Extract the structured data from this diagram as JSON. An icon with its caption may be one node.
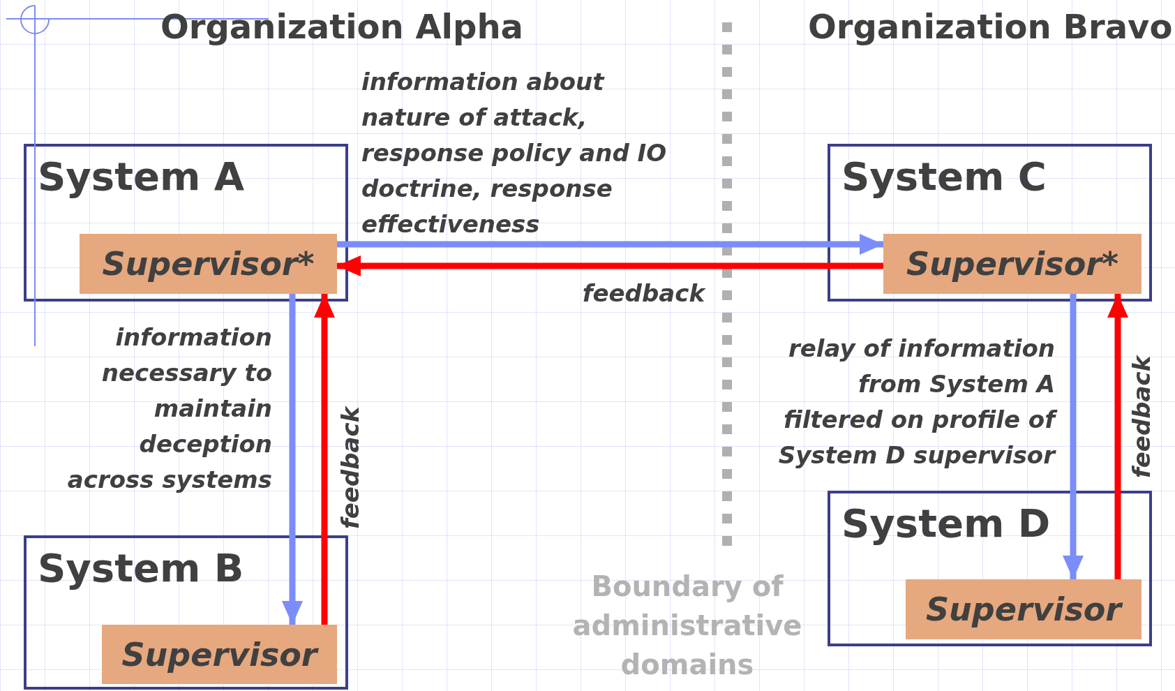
{
  "diagram": {
    "nodes": [
      {
        "text": [
          "System A"
        ]
      },
      {
        "text": [
          "Supervisor*"
        ],
        "in": 0
      },
      {
        "text": [
          "System C"
        ]
      },
      {
        "text": [
          "Supervisor*"
        ],
        "in": 2
      },
      {
        "text": [
          "System B"
        ]
      },
      {
        "text": [
          "Supervisor"
        ],
        "in": 4
      },
      {
        "text": [
          "System D"
        ]
      },
      {
        "text": [
          "Supervisor"
        ],
        "in": 6
      }
    ],
    "edges": [
      {
        "from": 1,
        "to": 3,
        "arrow": "to",
        "color": "#7b8df8",
        "label": "information about nature of attack, response policy and IO doctrine, response effectiveness"
      },
      {
        "from": 3,
        "to": 1,
        "arrow": "to",
        "color": "#ff0000",
        "label": "feedback"
      },
      {
        "from": 1,
        "to": 5,
        "arrow": "to",
        "color": "#7b8df8",
        "label": "information necessary to maintain deception across systems"
      },
      {
        "from": 5,
        "to": 1,
        "arrow": "to",
        "color": "#ff0000",
        "label": "feedback"
      },
      {
        "from": 3,
        "to": 7,
        "arrow": "to",
        "color": "#7b8df8",
        "label": "relay of information from System A filtered on profile of System D supervisor"
      },
      {
        "from": 7,
        "to": 3,
        "arrow": "to",
        "color": "#ff0000",
        "label": "feedback"
      }
    ],
    "labels": [
      "Organization Alpha",
      "Organization Bravo",
      "Boundary of administrative domains"
    ]
  }
}
